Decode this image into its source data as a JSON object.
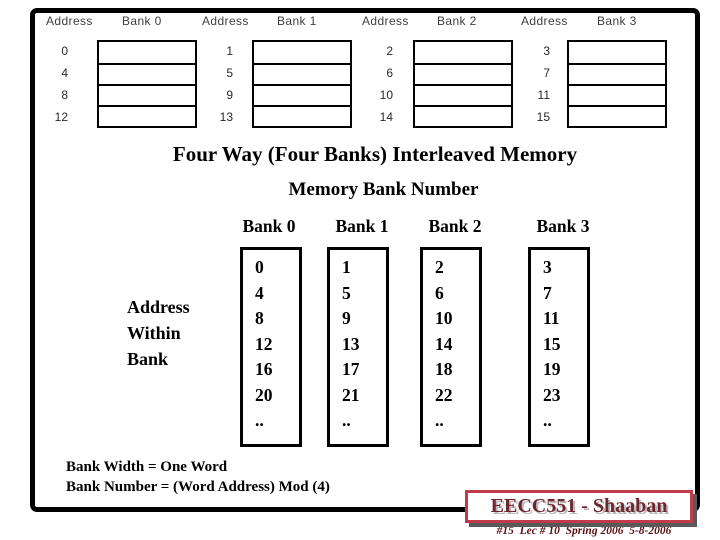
{
  "slide": {
    "title": "Four Way (Four Banks) Interleaved Memory",
    "subtitle": "Memory Bank Number",
    "top_banks": [
      {
        "address_label": "Address",
        "bank_label": "Bank 0",
        "addresses": [
          "0",
          "4",
          "8",
          "12"
        ]
      },
      {
        "address_label": "Address",
        "bank_label": "Bank 1",
        "addresses": [
          "1",
          "5",
          "9",
          "13"
        ]
      },
      {
        "address_label": "Address",
        "bank_label": "Bank 2",
        "addresses": [
          "2",
          "6",
          "10",
          "14"
        ]
      },
      {
        "address_label": "Address",
        "bank_label": "Bank 3",
        "addresses": [
          "3",
          "7",
          "11",
          "15"
        ]
      }
    ],
    "row_label_lines": [
      "Address",
      "Within",
      "Bank"
    ],
    "columns": [
      {
        "header": "Bank 0",
        "values": [
          "0",
          "4",
          "8",
          "12",
          "16",
          "20",
          ".."
        ]
      },
      {
        "header": "Bank 1",
        "values": [
          "1",
          "5",
          "9",
          "13",
          "17",
          "21",
          ".."
        ]
      },
      {
        "header": "Bank 2",
        "values": [
          "2",
          "6",
          "10",
          "14",
          "18",
          "22",
          ".."
        ]
      },
      {
        "header": "Bank 3",
        "values": [
          "3",
          "7",
          "11",
          "15",
          "19",
          "23",
          ".."
        ]
      }
    ],
    "notes": [
      "Bank Width = One Word",
      "Bank Number = (Word Address) Mod (4)"
    ],
    "footer": {
      "course": "EECC551 - Shaaban",
      "details": "#15  Lec # 10  Spring 2006  5-8-2006"
    },
    "colors": {
      "footer_border": "#c23b4b",
      "footer_text": "#6e2731",
      "footer_shadow": "#595959",
      "date_text": "#5c1119",
      "frame_border": "#000000"
    }
  }
}
